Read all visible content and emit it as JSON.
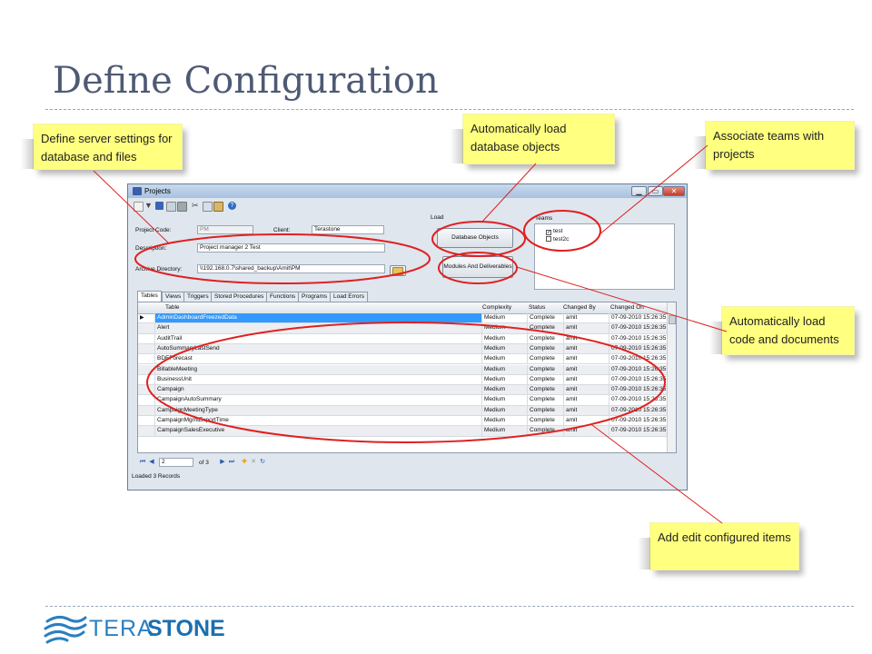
{
  "slide": {
    "title": "Define Configuration",
    "callouts": {
      "server": "Define server settings for database and files",
      "db_objects": "Automatically load database objects",
      "teams": "Associate teams with projects",
      "code_docs": "Automatically load code and documents",
      "edit_items": "Add edit configured items"
    },
    "logo": {
      "part1": "TERA",
      "part2": "STONE"
    },
    "colors": {
      "title": "#4e5a74",
      "callout": "#ffff80",
      "annotation": "#e02020",
      "logo": "#1a6fb0"
    }
  },
  "window": {
    "title": "Projects",
    "project_code_label": "Project Code:",
    "project_code": "PM",
    "client_label": "Client:",
    "client": "Terastone",
    "description_label": "Description:",
    "description": "Project manager 2 Test",
    "archive_label": "Archive Directory:",
    "archive": "\\\\192.168.0.7\\shared_backup\\Amit\\PM",
    "load_label": "Load",
    "db_objects_button": "Database Objects",
    "modules_button": "Modules And Deliverables",
    "teams_label": "Teams",
    "teams": [
      {
        "name": "test",
        "checked": true
      },
      {
        "name": "test2c",
        "checked": false
      }
    ],
    "tabs": [
      "Tables",
      "Views",
      "Triggers",
      "Stored Procedures",
      "Functions",
      "Programs",
      "Load Errors"
    ],
    "columns": [
      "Table",
      "Complexity",
      "Status",
      "Changed By",
      "Changed On"
    ],
    "rows": [
      [
        "AdminDashboardFreezedData",
        "Medium",
        "Complete",
        "amit",
        "07-09-2010 15:26:35"
      ],
      [
        "Alert",
        "Medium",
        "Complete",
        "amit",
        "07-09-2010 15:26:35"
      ],
      [
        "AuditTrail",
        "Medium",
        "Complete",
        "amit",
        "07-09-2010 15:26:35"
      ],
      [
        "AutoSummaryLastSend",
        "Medium",
        "Complete",
        "amit",
        "07-09-2010 15:26:35"
      ],
      [
        "BDEForecast",
        "Medium",
        "Complete",
        "amit",
        "07-09-2010 15:26:35"
      ],
      [
        "BillableMeeting",
        "Medium",
        "Complete",
        "amit",
        "07-09-2010 15:26:35"
      ],
      [
        "BusinessUnit",
        "Medium",
        "Complete",
        "amit",
        "07-09-2010 15:26:35"
      ],
      [
        "Campaign",
        "Medium",
        "Complete",
        "amit",
        "07-09-2010 15:26:35"
      ],
      [
        "CampaignAutoSummary",
        "Medium",
        "Complete",
        "amit",
        "07-09-2010 15:26:35"
      ],
      [
        "CampaignMeetingType",
        "Medium",
        "Complete",
        "amit",
        "07-09-2010 15:26:35"
      ],
      [
        "CampaignMgmtExportTime",
        "Medium",
        "Complete",
        "amit",
        "07-09-2010 15:26:35"
      ],
      [
        "CampaignSalesExecutive",
        "Medium",
        "Complete",
        "amit",
        "07-09-2010 15:26:35"
      ]
    ],
    "nav": {
      "page": "2",
      "of": "of 3"
    },
    "status": "Loaded 3 Records"
  }
}
